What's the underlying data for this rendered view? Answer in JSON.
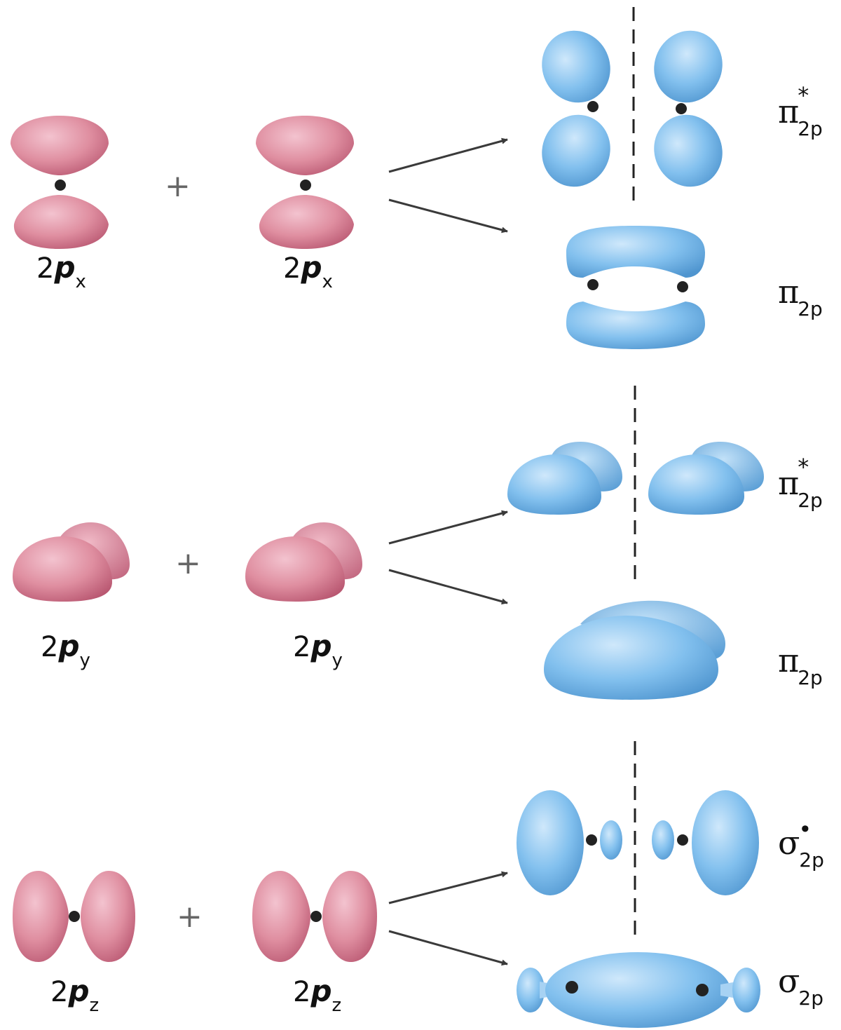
{
  "colors": {
    "atomic_orbital": "#d9798c",
    "molecular_orbital": "#6fb2e8",
    "nucleus": "#222222",
    "arrow": "#3a3a3a",
    "node_line": "#222222"
  },
  "rows": [
    {
      "id": "px",
      "atomic_left": {
        "prefix": "2",
        "p": "p",
        "sub": "x"
      },
      "operator": "+",
      "atomic_right": {
        "prefix": "2",
        "p": "p",
        "sub": "x"
      },
      "mo_antibonding": {
        "symbol": "π",
        "sub": "2p",
        "sup": "*"
      },
      "mo_bonding": {
        "symbol": "π",
        "sub": "2p"
      }
    },
    {
      "id": "py",
      "atomic_left": {
        "prefix": "2",
        "p": "p",
        "sub": "y"
      },
      "operator": "+",
      "atomic_right": {
        "prefix": "2",
        "p": "p",
        "sub": "y"
      },
      "mo_antibonding": {
        "symbol": "π",
        "sub": "2p",
        "sup": "*"
      },
      "mo_bonding": {
        "symbol": "π",
        "sub": "2p"
      }
    },
    {
      "id": "pz",
      "atomic_left": {
        "prefix": "2",
        "p": "p",
        "sub": "z"
      },
      "operator": "+",
      "atomic_right": {
        "prefix": "2",
        "p": "p",
        "sub": "z"
      },
      "mo_antibonding": {
        "symbol": "σ",
        "sub": "2p",
        "sup": "•"
      },
      "mo_bonding": {
        "symbol": "σ",
        "sub": "2p"
      }
    }
  ]
}
